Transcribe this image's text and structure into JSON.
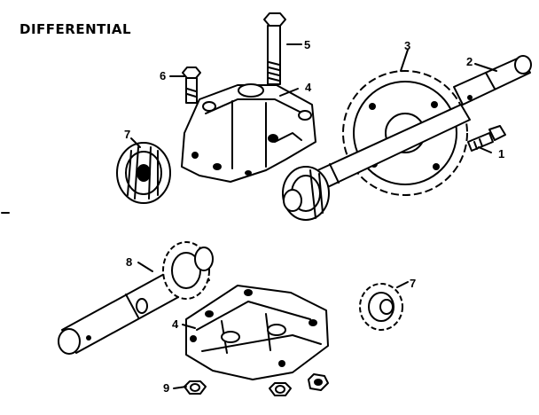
{
  "title": "DIFFERENTIAL",
  "callouts": {
    "c1": "1",
    "c2": "2",
    "c3": "3",
    "c4_upper": "4",
    "c4_lower": "4",
    "c5": "5",
    "c6": "6",
    "c7_upper": "7",
    "c7_lower": "7",
    "c8": "8",
    "c9": "9"
  }
}
